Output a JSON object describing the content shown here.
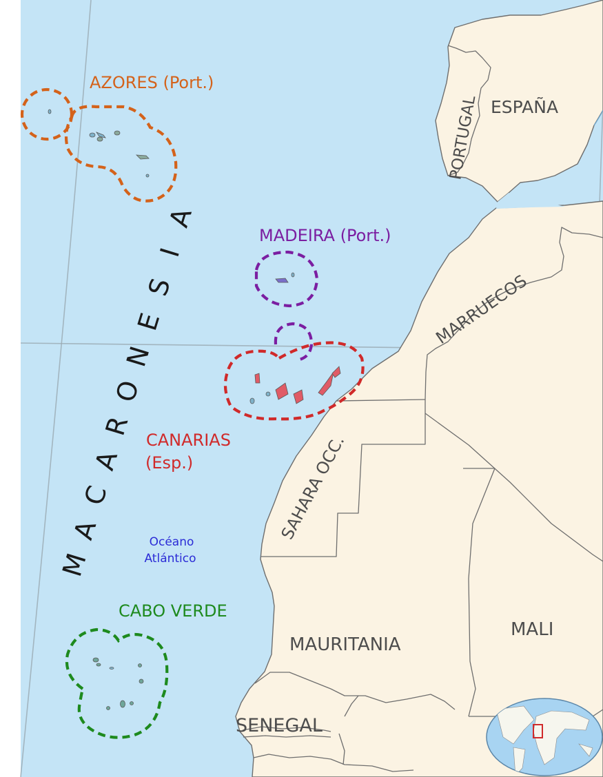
{
  "colors": {
    "ocean": "#c4e4f6",
    "land": "#fbf3e3",
    "border": "#6e6e6e",
    "azores": "#d4621a",
    "madeira": "#7b1ea1",
    "canarias": "#d02a2a",
    "cabo_verde": "#1e8a1e",
    "ocean_label": "#2b2bd6",
    "country_label": "#4d4d4d",
    "macaronesia": "#1a1a1a"
  },
  "regions": {
    "azores": "AZORES (Port.)",
    "madeira": "MADEIRA (Port.)",
    "canarias_line1": "CANARIAS",
    "canarias_line2": "(Esp.)",
    "cabo_verde": "CABO VERDE"
  },
  "ocean": {
    "line1": "Océano",
    "line2": "Atlántico"
  },
  "countries": {
    "portugal": "PORTUGAL",
    "espana": "ESPAÑA",
    "marruecos": "MARRUECOS",
    "sahara": "SAHARA OCC.",
    "mauritania": "MAURITANIA",
    "mali": "MALI",
    "senegal": "SENEGAL"
  },
  "macaronesia_letters": [
    "M",
    "A",
    "C",
    "A",
    "R",
    "O",
    "N",
    "E",
    "S",
    "I",
    "A"
  ],
  "locator_icon": "globe-locator-icon"
}
